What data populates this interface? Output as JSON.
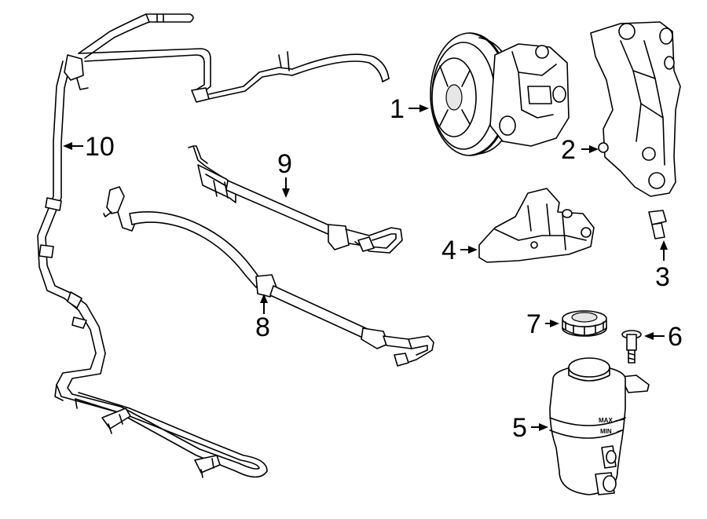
{
  "callouts": [
    {
      "id": "1",
      "label": "1"
    },
    {
      "id": "2",
      "label": "2"
    },
    {
      "id": "3",
      "label": "3"
    },
    {
      "id": "4",
      "label": "4"
    },
    {
      "id": "5",
      "label": "5"
    },
    {
      "id": "6",
      "label": "6"
    },
    {
      "id": "7",
      "label": "7"
    },
    {
      "id": "8",
      "label": "8"
    },
    {
      "id": "9",
      "label": "9"
    },
    {
      "id": "10",
      "label": "10"
    }
  ],
  "reservoir_marks": {
    "max": "MAX",
    "min": "MIN"
  }
}
